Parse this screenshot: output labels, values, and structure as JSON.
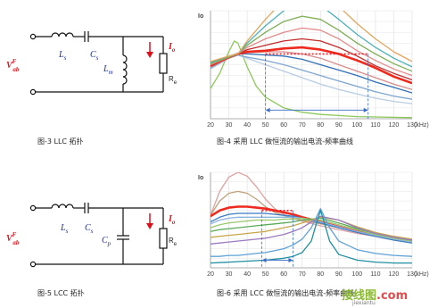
{
  "circuit1": {
    "source": "V",
    "source_sup": "F",
    "source_sub": "ab",
    "ls": "L",
    "ls_sub": "s",
    "cs": "C",
    "cs_sub": "s",
    "lm": "L",
    "lm_sub": "m",
    "io": "I",
    "io_sub": "o",
    "re": "R",
    "re_sub": "e"
  },
  "circuit2": {
    "source": "V",
    "source_sup": "F",
    "source_sub": "ab",
    "ls": "L",
    "ls_sub": "s",
    "cs": "C",
    "cs_sub": "s",
    "cp": "C",
    "cp_sub": "p",
    "io": "I",
    "io_sub": "o",
    "re": "R",
    "re_sub": "e"
  },
  "captions": {
    "fig3": "图-3    LLC 拓扑",
    "fig4": "图-4    采用 LLC 做恒流的输出电流-频率曲线",
    "fig5": "图-5    LCC 拓扑",
    "fig6": "图-6    采用 LCC 做恒流的输出电流-频率曲线"
  },
  "watermark": {
    "cn": "接线图",
    "dot": ".",
    "com": "com",
    "url": "jiexiantu"
  },
  "colors": {
    "circuit_wire": "#111111",
    "label_blue": "#1c2f9c",
    "label_red": "#e0101a",
    "guide_blue": "#3a6bc8",
    "highlight_red": "#e8202a"
  },
  "chart_data": [
    {
      "type": "line",
      "ylabel": "Io",
      "xunit": "(kHz)",
      "x_ticks": [
        20,
        30,
        40,
        50,
        60,
        70,
        80,
        90,
        100,
        110,
        120,
        130
      ],
      "xlim": [
        20,
        130
      ],
      "ylim": [
        0,
        1
      ],
      "grid": true,
      "highlight_level": 0.6,
      "highlight_range": [
        50,
        106
      ],
      "series": [
        {
          "color": "#8dc85a",
          "x": [
            20,
            25,
            30,
            33,
            35,
            40,
            45,
            50,
            60,
            70,
            80,
            100,
            130
          ],
          "values": [
            0.28,
            0.42,
            0.62,
            0.72,
            0.7,
            0.48,
            0.3,
            0.2,
            0.1,
            0.06,
            0.04,
            0.02,
            0.01
          ]
        },
        {
          "color": "#b8cce2",
          "x": [
            20,
            30,
            35,
            40,
            50,
            60,
            70,
            80,
            90,
            100,
            110,
            120,
            130
          ],
          "values": [
            0.46,
            0.56,
            0.59,
            0.56,
            0.5,
            0.44,
            0.38,
            0.32,
            0.27,
            0.23,
            0.19,
            0.16,
            0.14
          ]
        },
        {
          "color": "#7fa6d1",
          "x": [
            20,
            30,
            35,
            40,
            50,
            60,
            70,
            80,
            90,
            100,
            110,
            120,
            130
          ],
          "values": [
            0.47,
            0.56,
            0.59,
            0.57,
            0.54,
            0.5,
            0.45,
            0.4,
            0.35,
            0.3,
            0.25,
            0.21,
            0.18
          ]
        },
        {
          "color": "#2f6fb6",
          "x": [
            20,
            30,
            35,
            40,
            50,
            60,
            70,
            80,
            90,
            100,
            110,
            120,
            130
          ],
          "values": [
            0.49,
            0.56,
            0.6,
            0.6,
            0.59,
            0.58,
            0.55,
            0.5,
            0.45,
            0.4,
            0.34,
            0.29,
            0.24
          ]
        },
        {
          "color": "#d98a8a",
          "x": [
            20,
            30,
            35,
            40,
            50,
            60,
            70,
            80,
            90,
            100,
            110,
            120,
            130
          ],
          "values": [
            0.48,
            0.56,
            0.6,
            0.61,
            0.62,
            0.62,
            0.6,
            0.56,
            0.5,
            0.44,
            0.38,
            0.32,
            0.27
          ]
        },
        {
          "color": "#ee2a1e",
          "x": [
            20,
            30,
            35,
            40,
            50,
            60,
            70,
            80,
            90,
            100,
            106,
            110,
            120,
            130
          ],
          "values": [
            0.49,
            0.57,
            0.6,
            0.62,
            0.63,
            0.65,
            0.66,
            0.64,
            0.6,
            0.54,
            0.5,
            0.47,
            0.39,
            0.33
          ]
        },
        {
          "color": "#c32b2b",
          "x": [
            20,
            30,
            35,
            40,
            50,
            60,
            70,
            80,
            90,
            100,
            110,
            120,
            130
          ],
          "values": [
            0.49,
            0.57,
            0.6,
            0.64,
            0.68,
            0.72,
            0.74,
            0.72,
            0.66,
            0.58,
            0.49,
            0.42,
            0.36
          ]
        },
        {
          "color": "#e58b8b",
          "x": [
            20,
            30,
            35,
            40,
            50,
            60,
            70,
            80,
            90,
            100,
            110,
            120,
            130
          ],
          "values": [
            0.5,
            0.57,
            0.6,
            0.66,
            0.74,
            0.8,
            0.84,
            0.82,
            0.74,
            0.63,
            0.54,
            0.46,
            0.4
          ]
        },
        {
          "color": "#7fae55",
          "x": [
            20,
            30,
            35,
            40,
            50,
            60,
            70,
            80,
            90,
            100,
            110,
            120,
            130
          ],
          "values": [
            0.51,
            0.57,
            0.6,
            0.68,
            0.8,
            0.9,
            0.95,
            0.92,
            0.82,
            0.7,
            0.6,
            0.51,
            0.44
          ]
        },
        {
          "color": "#4db0b8",
          "x": [
            20,
            30,
            35,
            40,
            50,
            60,
            70,
            80,
            90,
            100,
            110,
            120,
            130
          ],
          "values": [
            0.52,
            0.58,
            0.6,
            0.7,
            0.86,
            1.0,
            1.08,
            1.05,
            0.92,
            0.78,
            0.66,
            0.56,
            0.48
          ]
        },
        {
          "color": "#e4a65c",
          "x": [
            20,
            30,
            35,
            40,
            50,
            60,
            70,
            80,
            90,
            100,
            110,
            120,
            130
          ],
          "values": [
            0.53,
            0.58,
            0.6,
            0.72,
            0.92,
            1.1,
            1.2,
            1.18,
            1.04,
            0.88,
            0.74,
            0.62,
            0.53
          ]
        }
      ]
    },
    {
      "type": "line",
      "ylabel": "Io",
      "xunit": "(kHz)",
      "x_ticks": [
        20,
        30,
        40,
        50,
        60,
        70,
        80,
        90,
        100,
        110,
        120,
        130
      ],
      "xlim": [
        20,
        130
      ],
      "ylim": [
        0,
        1
      ],
      "grid": true,
      "highlight_level": 0.6,
      "highlight_range": [
        48,
        65
      ],
      "series": [
        {
          "color": "#e0a0a0",
          "x": [
            20,
            25,
            30,
            35,
            40,
            45,
            50,
            55,
            60,
            65,
            70,
            80,
            90,
            100,
            110,
            120,
            130
          ],
          "values": [
            0.55,
            0.8,
            0.95,
            1.0,
            0.96,
            0.85,
            0.72,
            0.62,
            0.56,
            0.52,
            0.49,
            0.44,
            0.4,
            0.36,
            0.33,
            0.3,
            0.28
          ]
        },
        {
          "color": "#bfa27a",
          "x": [
            20,
            25,
            30,
            35,
            40,
            45,
            50,
            55,
            60,
            65,
            70,
            80,
            90,
            100,
            110,
            120,
            130
          ],
          "values": [
            0.55,
            0.7,
            0.78,
            0.8,
            0.78,
            0.72,
            0.64,
            0.58,
            0.55,
            0.52,
            0.5,
            0.46,
            0.42,
            0.38,
            0.35,
            0.32,
            0.3
          ]
        },
        {
          "color": "#ee2a1e",
          "x": [
            20,
            25,
            30,
            35,
            40,
            45,
            50,
            55,
            60,
            65,
            70,
            80,
            90,
            100,
            110,
            120,
            130
          ],
          "values": [
            0.54,
            0.6,
            0.63,
            0.64,
            0.64,
            0.63,
            0.62,
            0.6,
            0.58,
            0.56,
            0.53,
            0.48,
            0.43,
            0.38,
            0.34,
            0.3,
            0.27
          ]
        },
        {
          "color": "#3b7bc4",
          "x": [
            20,
            25,
            30,
            35,
            40,
            45,
            50,
            55,
            60,
            65,
            70,
            80,
            90,
            100,
            110,
            120,
            130
          ],
          "values": [
            0.48,
            0.53,
            0.56,
            0.57,
            0.57,
            0.57,
            0.57,
            0.56,
            0.55,
            0.54,
            0.52,
            0.47,
            0.42,
            0.37,
            0.33,
            0.29,
            0.26
          ]
        },
        {
          "color": "#8bb5df",
          "x": [
            20,
            25,
            30,
            35,
            40,
            45,
            50,
            55,
            60,
            65,
            70,
            80,
            90,
            100,
            110,
            120,
            130
          ],
          "values": [
            0.46,
            0.5,
            0.52,
            0.53,
            0.53,
            0.53,
            0.53,
            0.53,
            0.53,
            0.53,
            0.52,
            0.48,
            0.43,
            0.38,
            0.34,
            0.3,
            0.27
          ]
        },
        {
          "color": "#9ac96c",
          "x": [
            20,
            25,
            30,
            35,
            40,
            45,
            50,
            55,
            60,
            65,
            70,
            80,
            90,
            100,
            110,
            120,
            130
          ],
          "values": [
            0.42,
            0.45,
            0.47,
            0.48,
            0.49,
            0.5,
            0.5,
            0.5,
            0.51,
            0.51,
            0.52,
            0.5,
            0.45,
            0.4,
            0.35,
            0.31,
            0.28
          ]
        },
        {
          "color": "#5aaa5a",
          "x": [
            20,
            25,
            30,
            35,
            40,
            45,
            50,
            55,
            60,
            65,
            70,
            80,
            90,
            100,
            110,
            120,
            130
          ],
          "values": [
            0.38,
            0.4,
            0.41,
            0.42,
            0.43,
            0.44,
            0.45,
            0.46,
            0.47,
            0.48,
            0.5,
            0.52,
            0.47,
            0.41,
            0.36,
            0.32,
            0.29
          ]
        },
        {
          "color": "#c9a64a",
          "x": [
            20,
            25,
            30,
            35,
            40,
            45,
            50,
            55,
            60,
            65,
            70,
            80,
            90,
            100,
            110,
            120,
            130
          ],
          "values": [
            0.32,
            0.33,
            0.34,
            0.35,
            0.36,
            0.37,
            0.38,
            0.4,
            0.42,
            0.44,
            0.47,
            0.53,
            0.5,
            0.43,
            0.37,
            0.33,
            0.3
          ]
        },
        {
          "color": "#9a7bc0",
          "x": [
            20,
            25,
            30,
            35,
            40,
            45,
            50,
            55,
            60,
            65,
            70,
            80,
            90,
            100,
            110,
            120,
            130
          ],
          "values": [
            0.25,
            0.26,
            0.27,
            0.28,
            0.29,
            0.3,
            0.31,
            0.33,
            0.35,
            0.38,
            0.42,
            0.54,
            0.5,
            0.42,
            0.36,
            0.32,
            0.29
          ]
        },
        {
          "color": "#5fa0d6",
          "x": [
            20,
            25,
            30,
            35,
            40,
            45,
            50,
            55,
            60,
            65,
            70,
            75,
            80,
            85,
            90,
            100,
            110,
            120,
            130
          ],
          "values": [
            0.12,
            0.12,
            0.13,
            0.13,
            0.14,
            0.15,
            0.16,
            0.18,
            0.2,
            0.24,
            0.3,
            0.42,
            0.62,
            0.42,
            0.28,
            0.19,
            0.15,
            0.13,
            0.12
          ]
        },
        {
          "color": "#1f8fa0",
          "x": [
            20,
            30,
            40,
            50,
            60,
            65,
            70,
            75,
            78,
            80,
            82,
            85,
            90,
            100,
            110,
            120,
            130
          ],
          "values": [
            0.05,
            0.06,
            0.07,
            0.08,
            0.1,
            0.12,
            0.16,
            0.28,
            0.48,
            0.6,
            0.48,
            0.28,
            0.14,
            0.08,
            0.06,
            0.05,
            0.05
          ]
        }
      ]
    }
  ]
}
